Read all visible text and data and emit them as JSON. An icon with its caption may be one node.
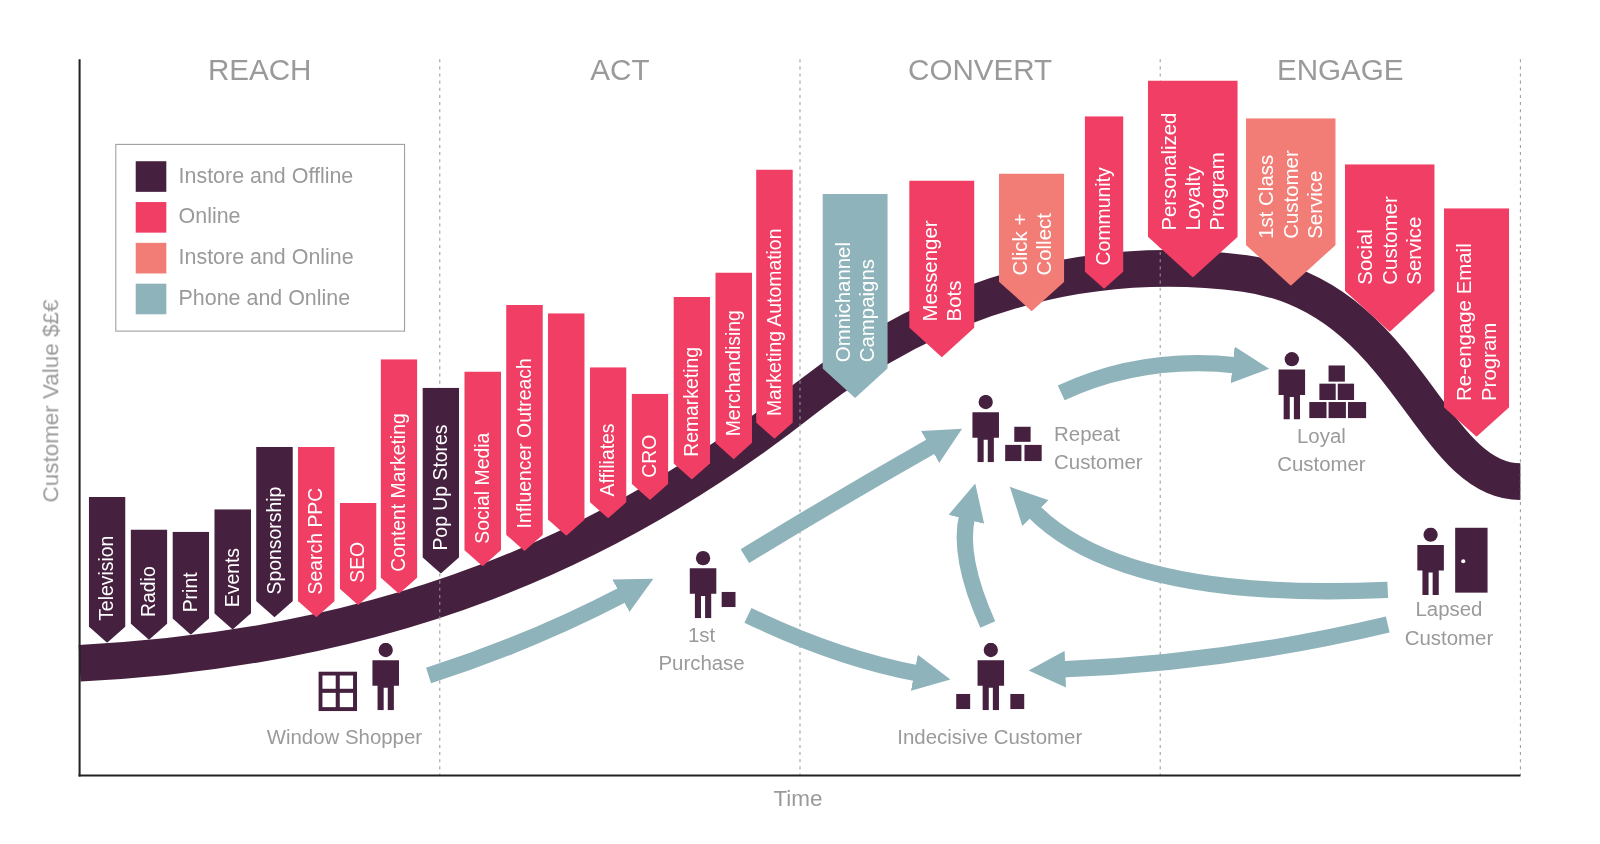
{
  "diagram": {
    "nodes": [
      {
        "text": [
          "Television"
        ]
      },
      {
        "text": [
          "Radio"
        ]
      },
      {
        "text": [
          "Print"
        ]
      },
      {
        "text": [
          "Events"
        ]
      },
      {
        "text": [
          "Sponsorship"
        ]
      },
      {
        "text": [
          "Search PPC"
        ]
      },
      {
        "text": [
          "SEO"
        ]
      },
      {
        "text": [
          "Content Marketing"
        ]
      },
      {
        "text": [
          "Pop Up Stores"
        ]
      },
      {
        "text": [
          "Social Media"
        ]
      },
      {
        "text": [
          "Influencer Outreach"
        ]
      },
      {
        "text": [],
        "shape": "banner"
      },
      {
        "text": [
          "Affiliates"
        ]
      },
      {
        "text": [
          "CRO"
        ]
      },
      {
        "text": [
          "Remarketing"
        ]
      },
      {
        "text": [
          "Merchandising"
        ]
      },
      {
        "text": [
          "Marketing Automation"
        ]
      },
      {
        "text": [
          "Omnichannel Campaigns"
        ]
      },
      {
        "text": [
          "Messenger Bots"
        ]
      },
      {
        "text": [
          "Click + Collect"
        ]
      },
      {
        "text": [
          "Community"
        ]
      },
      {
        "text": [
          "Personalized Loyalty Program"
        ]
      },
      {
        "text": [
          "1st Class Customer Service"
        ]
      },
      {
        "text": [
          "Social Customer Service"
        ]
      },
      {
        "text": [
          "Re-engage Email Program"
        ]
      },
      {
        "text": [
          "Window Shopper"
        ]
      },
      {
        "text": [
          "1st Purchase"
        ]
      },
      {
        "text": [
          "Repeat Customer"
        ]
      },
      {
        "text": [
          "Indecisive Customer"
        ]
      },
      {
        "text": [
          "Loyal Customer"
        ]
      },
      {
        "text": [
          "Lapsed Customer"
        ]
      }
    ],
    "edges": [
      {
        "from": 25,
        "to": 26,
        "arrow": "to"
      },
      {
        "from": 26,
        "to": 27,
        "arrow": "to"
      },
      {
        "from": 26,
        "to": 28,
        "arrow": "to"
      },
      {
        "from": 28,
        "to": 27,
        "arrow": "to"
      },
      {
        "from": 27,
        "to": 29,
        "arrow": "to"
      },
      {
        "from": 30,
        "to": 27,
        "arrow": "to"
      },
      {
        "from": 30,
        "to": 28,
        "arrow": "to"
      }
    ],
    "labels": [
      "REACH",
      "ACT",
      "CONVERT",
      "ENGAGE",
      "Customer Value $£€",
      "Time"
    ],
    "legend": [
      {
        "text": "Instore and Offline",
        "color": "#45203f"
      },
      {
        "text": "Online",
        "color": "#f03e64"
      },
      {
        "text": "Instore and Online",
        "color": "#f27d77"
      },
      {
        "text": "Phone and Online",
        "color": "#8fb3bb"
      }
    ]
  }
}
